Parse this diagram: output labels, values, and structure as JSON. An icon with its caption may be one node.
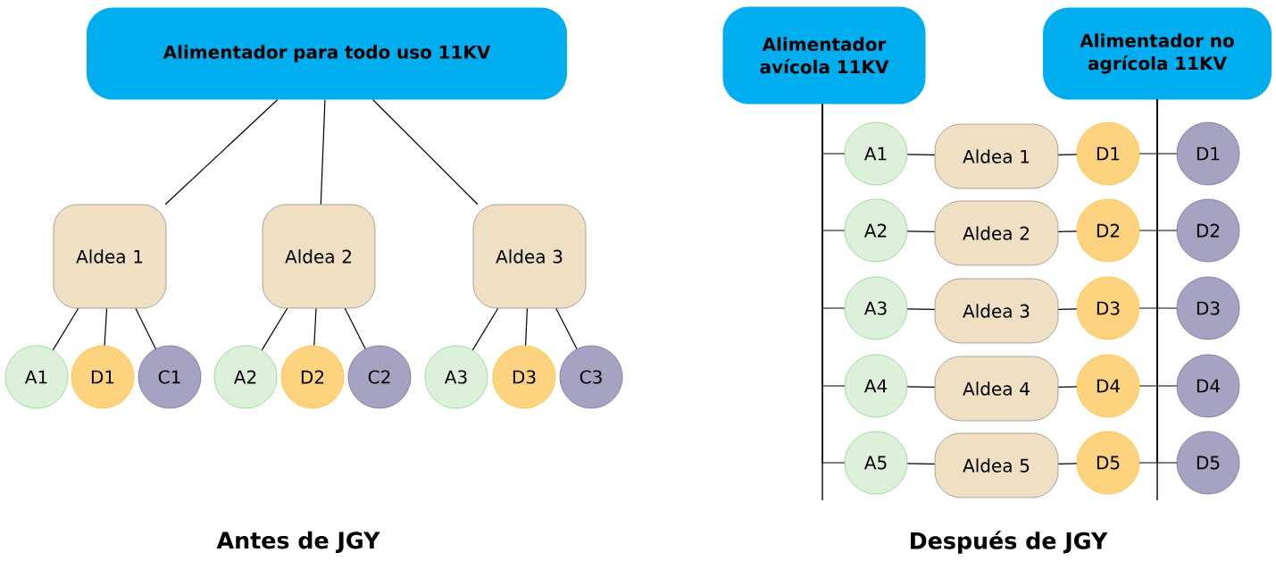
{
  "diagram": {
    "nodes": [
      {
        "text": [
          "Alimentador para todo uso 11KV"
        ]
      },
      {
        "text": [
          "Aldea 1"
        ]
      },
      {
        "text": [
          "Aldea 2"
        ]
      },
      {
        "text": [
          "Aldea 3"
        ]
      },
      {
        "text": [
          "A1"
        ]
      },
      {
        "text": [
          "D1"
        ]
      },
      {
        "text": [
          "C1"
        ]
      },
      {
        "text": [
          "A2"
        ]
      },
      {
        "text": [
          "D2"
        ]
      },
      {
        "text": [
          "C2"
        ]
      },
      {
        "text": [
          "A3"
        ]
      },
      {
        "text": [
          "D3"
        ]
      },
      {
        "text": [
          "C3"
        ]
      },
      {
        "text": [
          "Alimentador avícola 11KV"
        ]
      },
      {
        "text": [
          "Alimentador no agrícola 11KV"
        ]
      },
      {
        "text": [
          "A1"
        ]
      },
      {
        "text": [
          "Aldea 1"
        ]
      },
      {
        "text": [
          "D1"
        ]
      },
      {
        "text": [
          "D1"
        ]
      },
      {
        "text": [
          "A2"
        ]
      },
      {
        "text": [
          "Aldea 2"
        ]
      },
      {
        "text": [
          "D2"
        ]
      },
      {
        "text": [
          "D2"
        ]
      },
      {
        "text": [
          "A3"
        ]
      },
      {
        "text": [
          "Aldea 3"
        ]
      },
      {
        "text": [
          "D3"
        ]
      },
      {
        "text": [
          "D3"
        ]
      },
      {
        "text": [
          "A4"
        ]
      },
      {
        "text": [
          "Aldea 4"
        ]
      },
      {
        "text": [
          "D4"
        ]
      },
      {
        "text": [
          "D4"
        ]
      },
      {
        "text": [
          "A5"
        ]
      },
      {
        "text": [
          "Aldea 5"
        ]
      },
      {
        "text": [
          "D5"
        ]
      },
      {
        "text": [
          "D5"
        ]
      }
    ],
    "edges": [
      {
        "from": 0,
        "to": 1,
        "arrow": "none"
      },
      {
        "from": 0,
        "to": 2,
        "arrow": "none"
      },
      {
        "from": 0,
        "to": 3,
        "arrow": "none"
      },
      {
        "from": 1,
        "to": 4,
        "arrow": "none"
      },
      {
        "from": 1,
        "to": 5,
        "arrow": "none"
      },
      {
        "from": 1,
        "to": 6,
        "arrow": "none"
      },
      {
        "from": 2,
        "to": 7,
        "arrow": "none"
      },
      {
        "from": 2,
        "to": 8,
        "arrow": "none"
      },
      {
        "from": 2,
        "to": 9,
        "arrow": "none"
      },
      {
        "from": 3,
        "to": 10,
        "arrow": "none"
      },
      {
        "from": 3,
        "to": 11,
        "arrow": "none"
      },
      {
        "from": 3,
        "to": 12,
        "arrow": "none"
      },
      {
        "from": 13,
        "to": 15,
        "arrow": "none"
      },
      {
        "from": 15,
        "to": 16,
        "arrow": "none"
      },
      {
        "from": 16,
        "to": 17,
        "arrow": "none"
      },
      {
        "from": 14,
        "to": 17,
        "arrow": "none"
      },
      {
        "from": 14,
        "to": 18,
        "arrow": "none"
      },
      {
        "from": 13,
        "to": 19,
        "arrow": "none"
      },
      {
        "from": 19,
        "to": 20,
        "arrow": "none"
      },
      {
        "from": 20,
        "to": 21,
        "arrow": "none"
      },
      {
        "from": 14,
        "to": 21,
        "arrow": "none"
      },
      {
        "from": 14,
        "to": 22,
        "arrow": "none"
      },
      {
        "from": 13,
        "to": 23,
        "arrow": "none"
      },
      {
        "from": 23,
        "to": 24,
        "arrow": "none"
      },
      {
        "from": 24,
        "to": 25,
        "arrow": "none"
      },
      {
        "from": 14,
        "to": 25,
        "arrow": "none"
      },
      {
        "from": 14,
        "to": 26,
        "arrow": "none"
      },
      {
        "from": 13,
        "to": 27,
        "arrow": "none"
      },
      {
        "from": 27,
        "to": 28,
        "arrow": "none"
      },
      {
        "from": 28,
        "to": 29,
        "arrow": "none"
      },
      {
        "from": 14,
        "to": 29,
        "arrow": "none"
      },
      {
        "from": 14,
        "to": 30,
        "arrow": "none"
      },
      {
        "from": 13,
        "to": 31,
        "arrow": "none"
      },
      {
        "from": 31,
        "to": 32,
        "arrow": "none"
      },
      {
        "from": 32,
        "to": 33,
        "arrow": "none"
      },
      {
        "from": 14,
        "to": 33,
        "arrow": "none"
      },
      {
        "from": 14,
        "to": 34,
        "arrow": "none"
      }
    ],
    "labels": [
      "Antes de JGY",
      "Después de JGY"
    ]
  }
}
